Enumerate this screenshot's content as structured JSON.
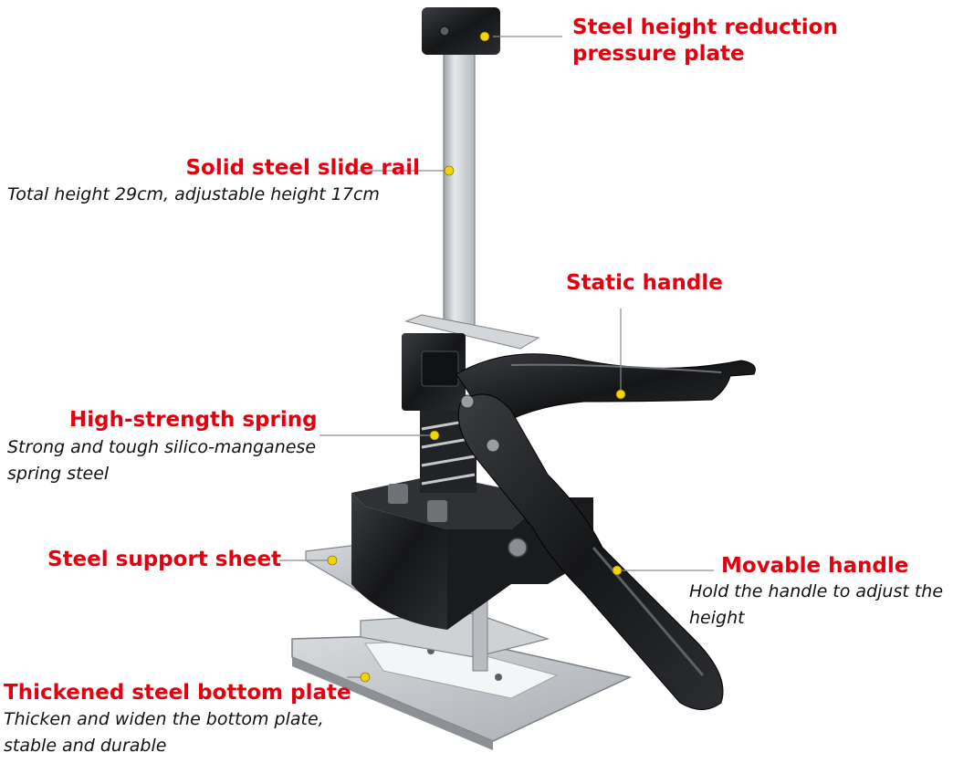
{
  "colors": {
    "label_title": "#e3000f",
    "label_desc": "#111111",
    "callout_dot": "#f2d400",
    "leader_line": "#8a8a8a",
    "tool_black": "#1b1c1e",
    "steel": "#c9ccd0"
  },
  "callouts": {
    "pressure_plate": {
      "title_1": "Steel height reduction",
      "title_2": "pressure plate"
    },
    "slide_rail": {
      "title": "Solid steel slide rail",
      "desc": "Total height 29cm, adjustable height 17cm"
    },
    "static_handle": {
      "title": "Static handle"
    },
    "spring": {
      "title": "High-strength spring",
      "desc_1": "Strong and tough silico-manganese",
      "desc_2": "spring steel"
    },
    "support_sheet": {
      "title": "Steel support sheet"
    },
    "movable_handle": {
      "title": "Movable handle",
      "desc_1": "Hold the handle to adjust the",
      "desc_2": "height"
    },
    "bottom_plate": {
      "title": "Thickened steel bottom plate",
      "desc_1": "Thicken and widen the bottom plate,",
      "desc_2": "stable and durable"
    }
  }
}
